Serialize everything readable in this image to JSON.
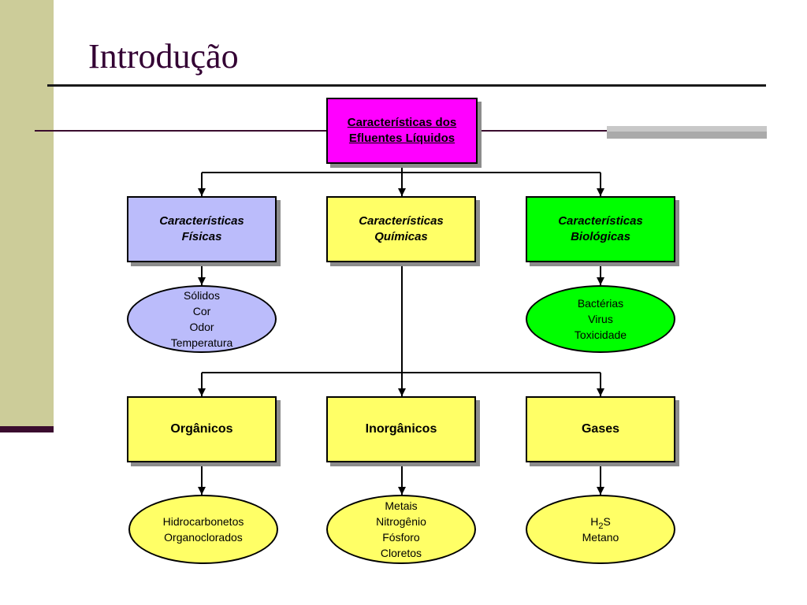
{
  "slide": {
    "title": "Introdução"
  },
  "diagram": {
    "root": "Características dos Efluentes Líquidos",
    "categories": {
      "fisicas": {
        "label": "Características Físicas",
        "color": "#bbbcfb"
      },
      "quimicas": {
        "label": "Características Químicas",
        "color": "#ffff66"
      },
      "biologicas": {
        "label": "Características Biológicas",
        "color": "#00ff00"
      }
    },
    "fisicas_items": [
      "Sólidos",
      "Cor",
      "Odor",
      "Temperatura"
    ],
    "biologicas_items": [
      "Bactérias",
      "Virus",
      "Toxicidade"
    ],
    "quimicas_groups": {
      "organicos": {
        "label": "Orgânicos",
        "items": [
          "Hidrocarbonetos",
          "Organoclorados"
        ]
      },
      "inorganicos": {
        "label": "Inorgânicos",
        "items": [
          "Metais",
          "Nitrogênio",
          "Fósforo",
          "Cloretos"
        ]
      },
      "gases": {
        "label": "Gases",
        "items": {
          "h2s_base": "H",
          "h2s_sub": "2",
          "h2s_rest": "S",
          "metano": "Metano"
        }
      }
    },
    "colors": {
      "root_fill": "#ff00ff",
      "yellow_fill": "#ffff66",
      "band": "#cccc99",
      "accent_dark": "#3a0c2e"
    }
  }
}
